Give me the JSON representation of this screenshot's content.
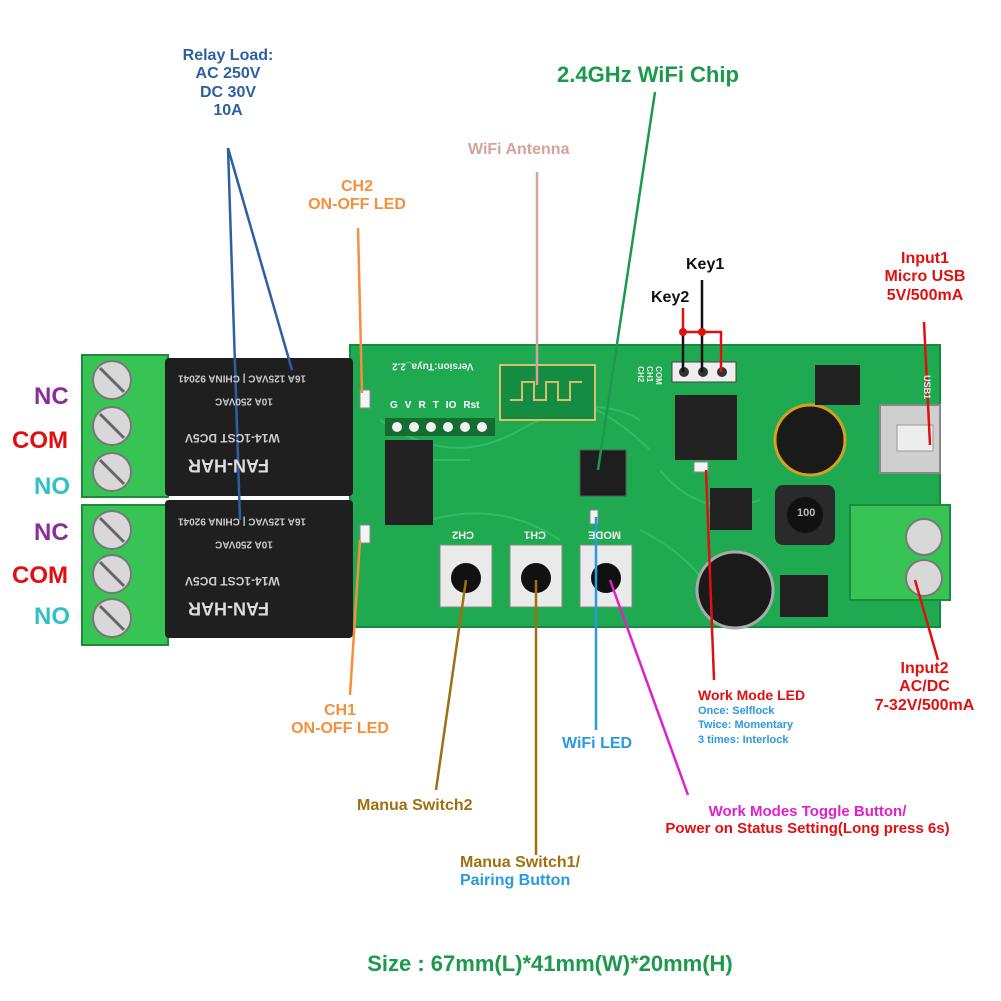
{
  "colors": {
    "relay_load": "#2e5fa3",
    "wifi_chip": "#1a9a4a",
    "wifi_antenna": "#d4a39a",
    "led_orange": "#f5903a",
    "black": "#111111",
    "red": "#e01010",
    "magenta": "#e020c8",
    "manual_switch": "#a07010",
    "wifi_led": "#2a9ae0",
    "nc": "#8a2d9a",
    "no": "#30c0c8",
    "size": "#1a9a4a"
  },
  "labels": {
    "relay_load": [
      "Relay Load:",
      "AC 250V",
      "DC 30V",
      "10A"
    ],
    "wifi_chip": "2.4GHz WiFi Chip",
    "wifi_antenna": "WiFi Antenna",
    "ch2_led": [
      "CH2",
      "ON-OFF LED"
    ],
    "ch1_led": [
      "CH1",
      "ON-OFF LED"
    ],
    "key1": "Key1",
    "key2": "Key2",
    "input1": [
      "Input1",
      "Micro USB",
      "5V/500mA"
    ],
    "input2": [
      "Input2",
      "AC/DC",
      "7-32V/500mA"
    ],
    "work_mode_led": "Work Mode LED",
    "work_mode_notes": [
      "Once: Selflock",
      "Twice: Momentary",
      "3 times: Interlock"
    ],
    "wifi_led": "WiFi LED",
    "manual_switch2": "Manua Switch2",
    "manual_switch1": [
      "Manua Switch1/",
      "Pairing Button"
    ],
    "toggle_button": [
      "Work Modes Toggle Button/",
      "Power on Status Setting(Long press 6s)"
    ],
    "size": "Size : 67mm(L)*41mm(W)*20mm(H)"
  },
  "terminals": [
    "NC",
    "COM",
    "NO",
    "NC",
    "COM",
    "NO"
  ],
  "board": {
    "relay_brand": "FAN-HAR",
    "relay_model": "W14-1CST  DC5V",
    "relay_rating": [
      "16A 125VAC | CHINA 92041",
      "10A 250VAC"
    ],
    "silkscreen_version": "Version:Tuya_2.2",
    "header_pins": [
      "G",
      "V",
      "R",
      "T",
      "IO",
      "Rst"
    ],
    "button_labels": [
      "CH2",
      "CH1",
      "MODE"
    ],
    "com_pins": [
      "COM",
      "CH1",
      "CH2"
    ],
    "usb_label": "USB1",
    "inductor_label": "100"
  }
}
